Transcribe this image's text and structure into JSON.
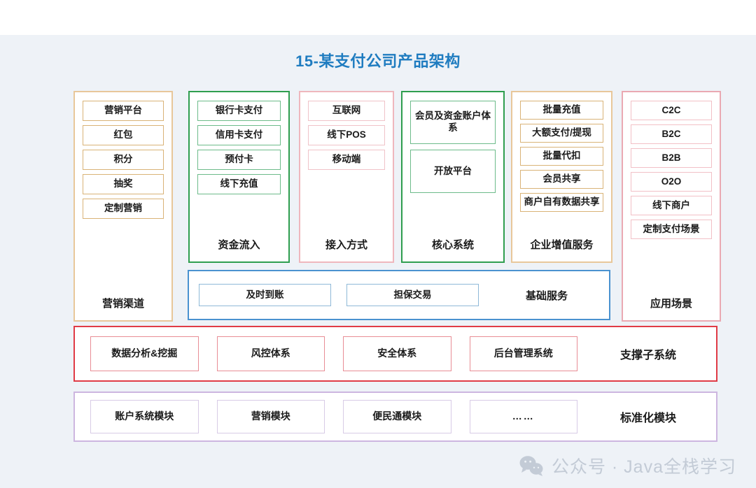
{
  "title": "15-某支付公司产品架构",
  "colors": {
    "title": "#1f7cc0",
    "background": "#eef2f7",
    "tan": "#e8c79a",
    "green": "#2f9e4f",
    "pink": "#efb7bd",
    "blue": "#4a92d0",
    "red": "#e03b46",
    "purple": "#cdb6e0"
  },
  "columns": [
    {
      "label": "营销渠道",
      "theme": "tan",
      "items": [
        "营销平台",
        "红包",
        "积分",
        "抽奖",
        "定制营销"
      ]
    },
    {
      "label": "资金流入",
      "theme": "green",
      "items": [
        "银行卡支付",
        "信用卡支付",
        "预付卡",
        "线下充值"
      ]
    },
    {
      "label": "接入方式",
      "theme": "pink",
      "items": [
        "互联网",
        "线下POS",
        "移动端"
      ]
    },
    {
      "label": "核心系统",
      "theme": "green",
      "items": [
        "会员及资金账户体系",
        "开放平台"
      ]
    },
    {
      "label": "企业增值服务",
      "theme": "tan",
      "items": [
        "批量充值",
        "大额支付/提现",
        "批量代扣",
        "会员共享",
        "商户自有数据共享"
      ]
    },
    {
      "label": "应用场景",
      "theme": "pink2",
      "items": [
        "C2C",
        "B2C",
        "B2B",
        "O2O",
        "线下商户",
        "定制支付场景"
      ]
    }
  ],
  "rows": [
    {
      "label": "基础服务",
      "theme": "blue",
      "items": [
        "及时到账",
        "担保交易"
      ]
    },
    {
      "label": "支撑子系统",
      "theme": "red",
      "items": [
        "数据分析&挖掘",
        "风控体系",
        "安全体系",
        "后台管理系统"
      ]
    },
    {
      "label": "标准化模块",
      "theme": "purple",
      "items": [
        "账户系统模块",
        "营销模块",
        "便民通模块",
        "……"
      ]
    }
  ],
  "watermark": {
    "icon": "wechat-icon",
    "text": "公众号 · Java全栈学习"
  }
}
